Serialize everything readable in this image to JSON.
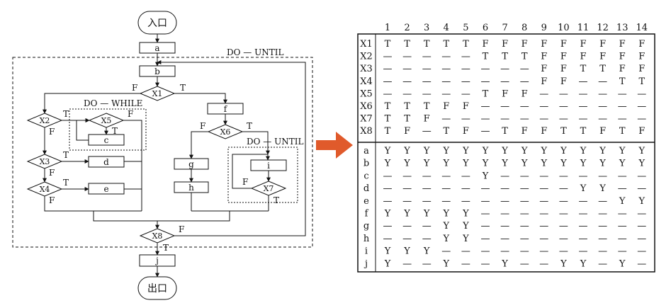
{
  "flowchart": {
    "entry": "入口",
    "exit": "出口",
    "do_until_outer": "DO — UNTIL",
    "do_while": "DO — WHILE",
    "do_until_inner": "DO — UNTIL",
    "T": "T",
    "F": "F",
    "boxes": {
      "a": "a",
      "b": "b",
      "c": "c",
      "d": "d",
      "e": "e",
      "f": "f",
      "g": "g",
      "h": "h",
      "i": "i",
      "j": "j"
    },
    "decisions": {
      "X1": "X1",
      "X2": "X2",
      "X3": "X3",
      "X4": "X4",
      "X5": "X5",
      "X6": "X6",
      "X7": "X7",
      "X8": "X8"
    }
  },
  "table": {
    "columns": [
      "1",
      "2",
      "3",
      "4",
      "5",
      "6",
      "7",
      "8",
      "9",
      "10",
      "11",
      "12",
      "13",
      "14"
    ],
    "conditions": [
      {
        "label": "X1",
        "cells": [
          "T",
          "T",
          "T",
          "T",
          "T",
          "F",
          "F",
          "F",
          "F",
          "F",
          "F",
          "F",
          "F",
          "F"
        ]
      },
      {
        "label": "X2",
        "cells": [
          "—",
          "—",
          "—",
          "—",
          "—",
          "T",
          "T",
          "T",
          "F",
          "F",
          "F",
          "F",
          "F",
          "F"
        ]
      },
      {
        "label": "X3",
        "cells": [
          "—",
          "—",
          "—",
          "—",
          "—",
          "—",
          "—",
          "—",
          "F",
          "F",
          "T",
          "T",
          "F",
          "F"
        ]
      },
      {
        "label": "X4",
        "cells": [
          "—",
          "—",
          "—",
          "—",
          "—",
          "—",
          "—",
          "—",
          "F",
          "F",
          "—",
          "—",
          "T",
          "T"
        ]
      },
      {
        "label": "X5",
        "cells": [
          "—",
          "—",
          "—",
          "—",
          "—",
          "T",
          "F",
          "F",
          "—",
          "—",
          "—",
          "—",
          "—",
          "—"
        ]
      },
      {
        "label": "X6",
        "cells": [
          "T",
          "T",
          "T",
          "F",
          "F",
          "—",
          "—",
          "—",
          "—",
          "—",
          "—",
          "—",
          "—",
          "—"
        ]
      },
      {
        "label": "X7",
        "cells": [
          "T",
          "T",
          "F",
          "—",
          "—",
          "—",
          "—",
          "—",
          "—",
          "—",
          "—",
          "—",
          "—",
          "—"
        ]
      },
      {
        "label": "X8",
        "cells": [
          "T",
          "F",
          "—",
          "T",
          "F",
          "—",
          "T",
          "F",
          "F",
          "T",
          "T",
          "F",
          "T",
          "F"
        ]
      }
    ],
    "actions": [
      {
        "label": "a",
        "cells": [
          "Y",
          "Y",
          "Y",
          "Y",
          "Y",
          "Y",
          "Y",
          "Y",
          "Y",
          "Y",
          "Y",
          "Y",
          "Y",
          "Y"
        ]
      },
      {
        "label": "b",
        "cells": [
          "Y",
          "Y",
          "Y",
          "Y",
          "Y",
          "Y",
          "Y",
          "Y",
          "Y",
          "Y",
          "Y",
          "Y",
          "Y",
          "Y"
        ]
      },
      {
        "label": "c",
        "cells": [
          "—",
          "—",
          "—",
          "—",
          "—",
          "Y",
          "—",
          "—",
          "—",
          "—",
          "—",
          "—",
          "—",
          "—"
        ]
      },
      {
        "label": "d",
        "cells": [
          "—",
          "—",
          "—",
          "—",
          "—",
          "—",
          "—",
          "—",
          "—",
          "—",
          "Y",
          "Y",
          "—",
          "—"
        ]
      },
      {
        "label": "e",
        "cells": [
          "—",
          "—",
          "—",
          "—",
          "—",
          "—",
          "—",
          "—",
          "—",
          "—",
          "—",
          "—",
          "Y",
          "Y"
        ]
      },
      {
        "label": "f",
        "cells": [
          "Y",
          "Y",
          "Y",
          "Y",
          "Y",
          "—",
          "—",
          "—",
          "—",
          "—",
          "—",
          "—",
          "—",
          "—"
        ]
      },
      {
        "label": "g",
        "cells": [
          "—",
          "—",
          "—",
          "Y",
          "Y",
          "—",
          "—",
          "—",
          "—",
          "—",
          "—",
          "—",
          "—",
          "—"
        ]
      },
      {
        "label": "h",
        "cells": [
          "—",
          "—",
          "—",
          "Y",
          "Y",
          "—",
          "—",
          "—",
          "—",
          "—",
          "—",
          "—",
          "—",
          "—"
        ]
      },
      {
        "label": "i",
        "cells": [
          "Y",
          "Y",
          "Y",
          "—",
          "—",
          "—",
          "—",
          "—",
          "—",
          "—",
          "—",
          "—",
          "—",
          "—"
        ]
      },
      {
        "label": "j",
        "cells": [
          "Y",
          "—",
          "—",
          "Y",
          "—",
          "—",
          "Y",
          "—",
          "—",
          "Y",
          "Y",
          "—",
          "Y",
          "—"
        ]
      }
    ]
  },
  "arrow_color": "#e05a2b"
}
